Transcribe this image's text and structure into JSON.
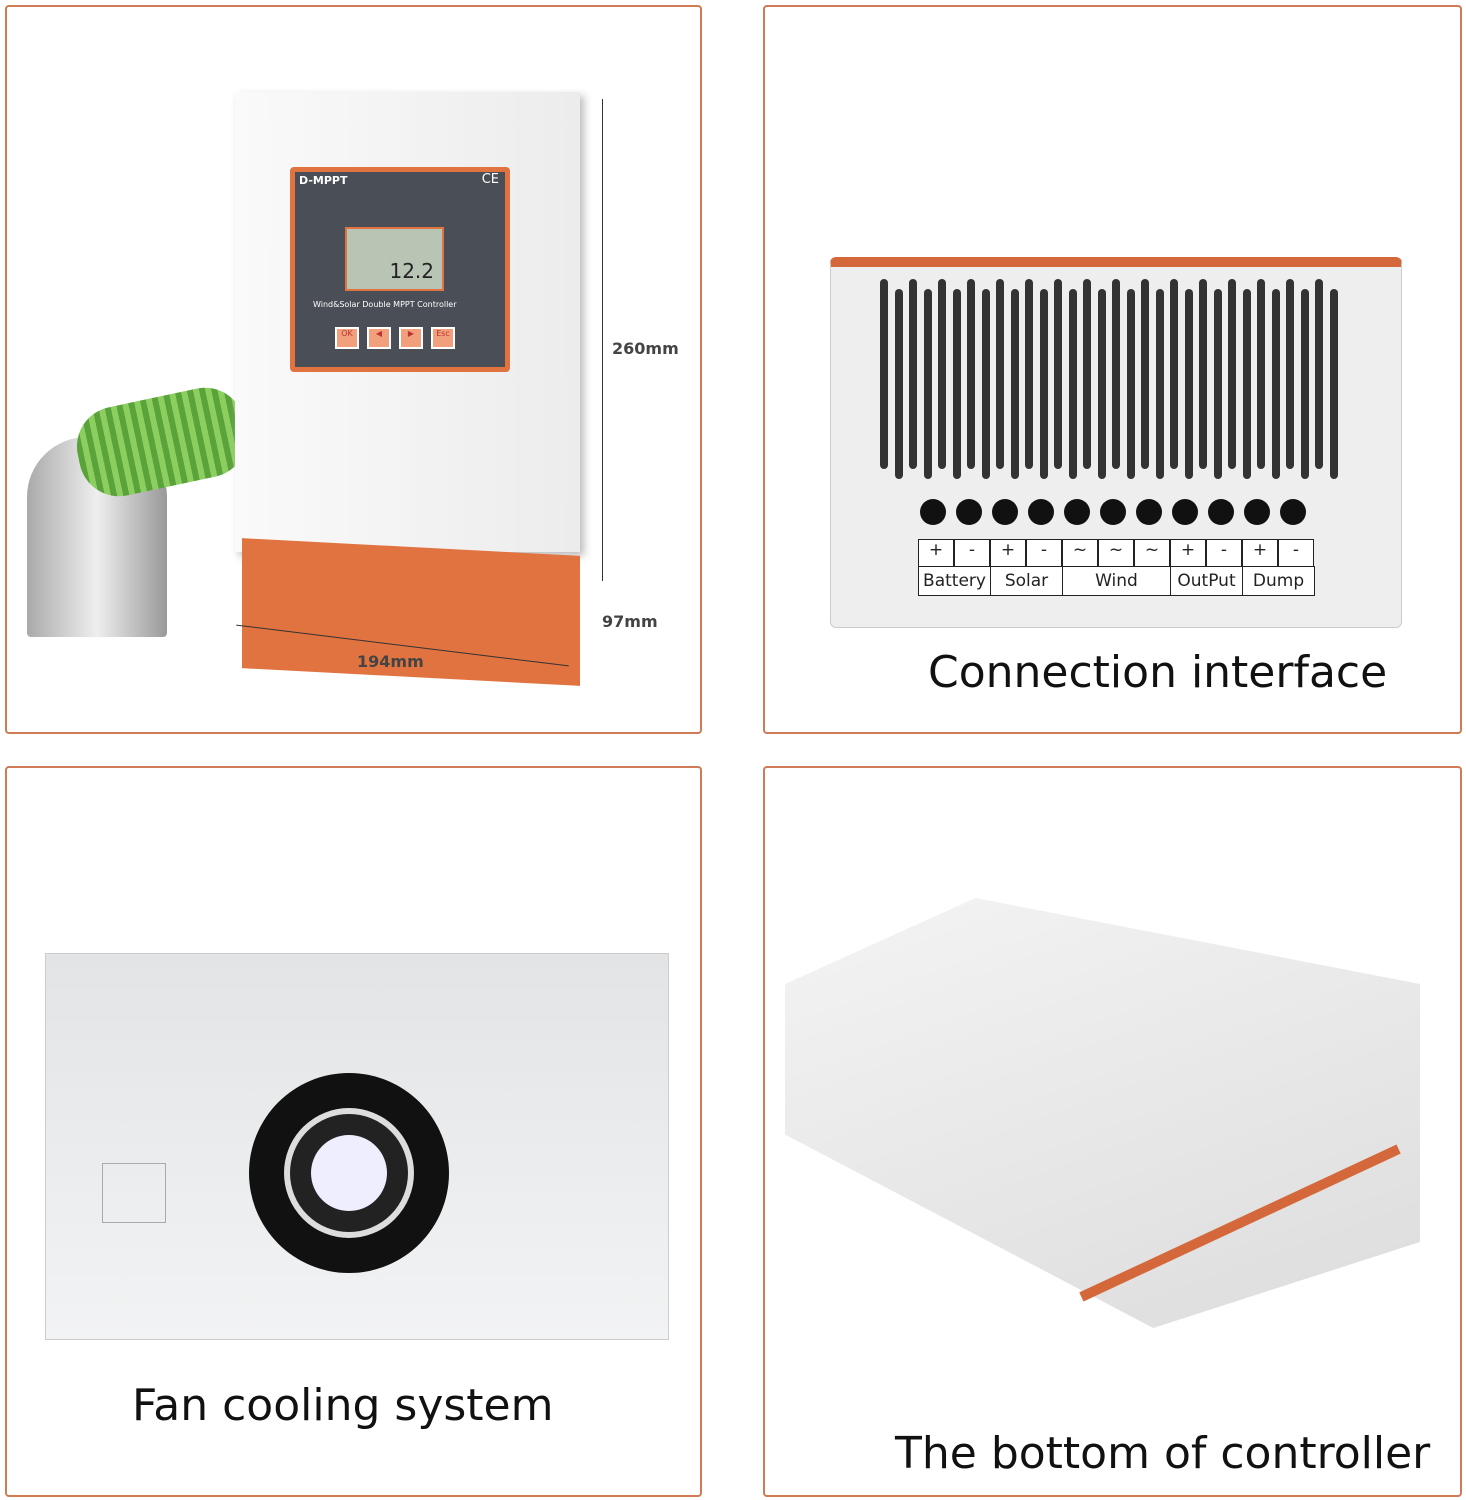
{
  "panel1": {
    "brand": "D-MPPT",
    "ce": "CE",
    "display_value": "12.2",
    "model_text": "Wind&Solar Double MPPT Controller",
    "buttons": [
      "OK",
      "◀",
      "▶",
      "Esc"
    ],
    "height_dim": "260mm",
    "depth_dim": "97mm",
    "width_dim": "194mm"
  },
  "panel2": {
    "caption": "Connection interface",
    "terminal_signs": [
      "+",
      "-",
      "+",
      "-",
      "~",
      "~",
      "~",
      "+",
      "-",
      "+",
      "-"
    ],
    "terminal_groups": [
      "Battery",
      "Solar",
      "Wind",
      "OutPut",
      "Dump"
    ]
  },
  "panel3": {
    "caption": "Fan cooling system"
  },
  "panel4": {
    "caption": "The bottom of controller"
  },
  "colors": {
    "border": "#cf7b55",
    "accent": "#e0733f",
    "panel_dark": "#4a4f57"
  }
}
